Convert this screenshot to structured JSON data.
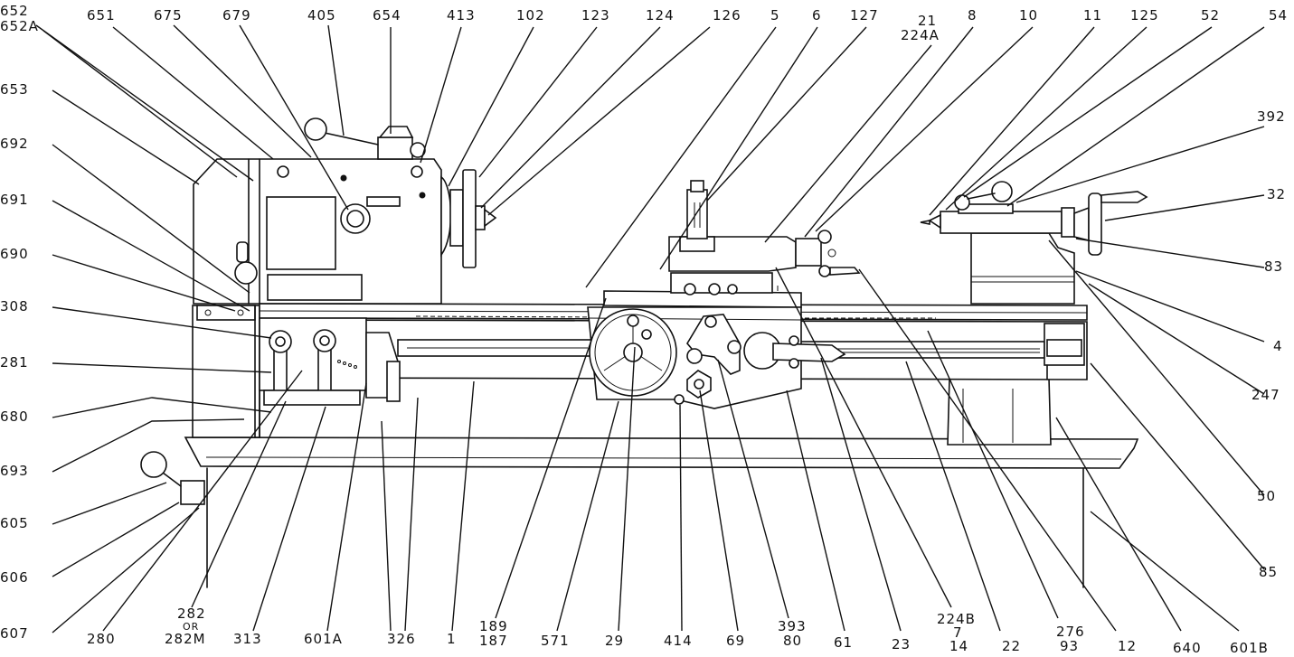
{
  "labels": {
    "l652": "652",
    "l652a": "652A",
    "l651": "651",
    "l675": "675",
    "l679": "679",
    "l405": "405",
    "l654": "654",
    "l413": "413",
    "l102": "102",
    "l123": "123",
    "l124": "124",
    "l126": "126",
    "l5": "5",
    "l6": "6",
    "l127": "127",
    "l21": "21",
    "l224a": "224A",
    "l8": "8",
    "l10": "10",
    "l11": "11",
    "l125": "125",
    "l52": "52",
    "l54": "54",
    "l653": "653",
    "l692": "692",
    "l691": "691",
    "l690": "690",
    "l308": "308",
    "l281": "281",
    "l680": "680",
    "l693": "693",
    "l605": "605",
    "l606": "606",
    "l607": "607",
    "l392": "392",
    "l32": "32",
    "l83": "83",
    "l4": "4",
    "l247": "247",
    "l50": "50",
    "l85": "85",
    "l280": "280",
    "l282": "282",
    "l282or": "OR",
    "l282m": "282M",
    "l313": "313",
    "l601a": "601A",
    "l326": "326",
    "l1": "1",
    "l189": "189",
    "l187": "187",
    "l571": "571",
    "l29": "29",
    "l414": "414",
    "l69": "69",
    "l393": "393",
    "l80": "80",
    "l61": "61",
    "l23": "23",
    "l224b": "224B",
    "l7": "7",
    "l14": "14",
    "l22": "22",
    "l276": "276",
    "l93": "93",
    "l12": "12",
    "l640": "640",
    "l601b": "601B"
  }
}
